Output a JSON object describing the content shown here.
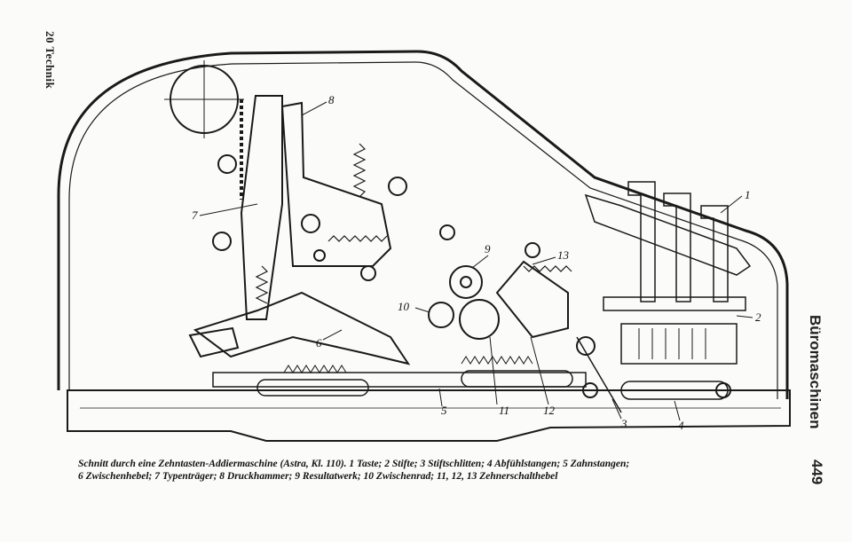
{
  "running_head_left": "20 Technik",
  "running_head_right": "Büromaschinen",
  "page_number": "449",
  "labels": {
    "l1": "1",
    "l2": "2",
    "l3": "3",
    "l4": "4",
    "l5": "5",
    "l6": "6",
    "l7": "7",
    "l8": "8",
    "l9": "9",
    "l10": "10",
    "l11": "11",
    "l12": "12",
    "l13": "13"
  },
  "caption": {
    "line1": "Schnitt durch eine Zehntasten-Addiermaschine (Astra, Kl. 110). 1 Taste; 2 Stifte; 3 Stiftschlitten; 4 Abfühlstangen; 5 Zahnstangen;",
    "line2": "6 Zwischenhebel; 7 Typenträger; 8 Druckhammer; 9 Resultatwerk; 10 Zwischenrad; 11, 12, 13 Zehnerschalthebel"
  }
}
